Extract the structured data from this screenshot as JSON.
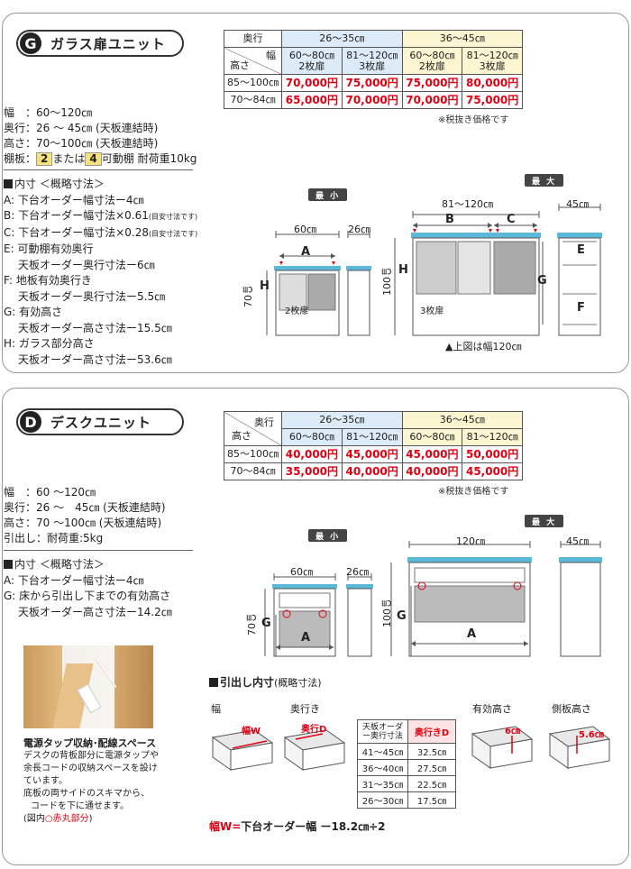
{
  "g": {
    "letter": "G",
    "title": "ガラス扉ユニット",
    "specs": [
      "幅　：60～120㎝",
      "奥行：26 ～ 45㎝ (天板連結時)",
      "高さ：70～100㎝ (天板連結時)"
    ],
    "shelf_prefix": "棚板：",
    "shelf_2": "2",
    "shelf_mid": "または",
    "shelf_4": "4",
    "shelf_suffix": "可動棚 耐荷重10kg",
    "inner_title": "内寸 ＜概略寸法＞",
    "inner": [
      {
        "t": "A: 下台オーダー幅寸法ー4㎝",
        "ind": false
      },
      {
        "t": "B: 下台オーダー幅寸法×0.61",
        "small": "(目安寸法です)",
        "ind": false
      },
      {
        "t": "C: 下台オーダー幅寸法×0.28",
        "small": "(目安寸法です)",
        "ind": false
      },
      {
        "t": "E: 可動棚有効奥行",
        "ind": false
      },
      {
        "t": "天板オーダー奥行寸法ー6㎝",
        "ind": true
      },
      {
        "t": "F: 地板有効奥行き",
        "ind": false
      },
      {
        "t": "天板オーダー奥行寸法ー5.5㎝",
        "ind": true
      },
      {
        "t": "G: 有効高さ",
        "ind": false
      },
      {
        "t": "天板オーダー高さ寸法ー15.5㎝",
        "ind": true
      },
      {
        "t": "H: ガラス部分高さ",
        "ind": false
      },
      {
        "t": "天板オーダー高さ寸法ー53.6㎝",
        "ind": true
      }
    ],
    "table": {
      "depth_label": "奥行",
      "width_label": "幅",
      "height_label": "高さ",
      "d1": "26～35㎝",
      "d2": "36～45㎝",
      "w": [
        "60～80㎝",
        "81～120㎝",
        "60～80㎝",
        "81～120㎝"
      ],
      "doors": [
        "2枚扉",
        "3枚扉",
        "2枚扉",
        "3枚扉"
      ],
      "rows": [
        {
          "h": "85～100㎝",
          "p": [
            "70,000円",
            "75,000円",
            "75,000円",
            "80,000円"
          ]
        },
        {
          "h": "70～84㎝",
          "p": [
            "65,000円",
            "70,000円",
            "70,000円",
            "75,000円"
          ]
        }
      ]
    },
    "note": "※税抜き価格です",
    "min_tag": "最 小",
    "max_tag": "最 大",
    "dims": {
      "w60": "60㎝",
      "d26": "26㎝",
      "w120": "81～120㎝",
      "d45": "45㎝",
      "h70": "70㎝",
      "h100": "100㎝",
      "a": "A",
      "b": "B",
      "c": "C",
      "e": "E",
      "f": "F",
      "g": "G",
      "h": "H",
      "door2": "2枚扉",
      "door3": "3枚扉"
    },
    "caption": "▲上図は幅120㎝"
  },
  "d": {
    "letter": "D",
    "title": "デスクユニット",
    "specs": [
      "幅　：60 ～120㎝",
      "奥行：26 ～　45㎝ (天板連結時)",
      "高さ：70 ～100㎝ (天板連結時)",
      "引出し：耐荷重:5kg"
    ],
    "inner_title": "内寸 ＜概略寸法＞",
    "inner": [
      {
        "t": "A: 下台オーダー幅寸法ー4㎝",
        "ind": false
      },
      {
        "t": "G: 床から引出し下までの有効高さ",
        "ind": false
      },
      {
        "t": "天板オーダー高さ寸法ー14.2㎝",
        "ind": true
      }
    ],
    "table": {
      "depth_label": "奥行",
      "height_label": "高さ",
      "d1": "26～35㎝",
      "d2": "36～45㎝",
      "w": [
        "60～80㎝",
        "81～120㎝",
        "60～80㎝",
        "81～120㎝"
      ],
      "rows": [
        {
          "h": "85～100㎝",
          "p": [
            "40,000円",
            "45,000円",
            "45,000円",
            "50,000円"
          ]
        },
        {
          "h": "70～84㎝",
          "p": [
            "35,000円",
            "40,000円",
            "40,000円",
            "45,000円"
          ]
        }
      ]
    },
    "note": "※税抜き価格です",
    "min_tag": "最 小",
    "max_tag": "最 大",
    "dims": {
      "w60": "60㎝",
      "d26": "26㎝",
      "w120": "120㎝",
      "d45": "45㎝",
      "h70": "70㎝",
      "h100": "100㎝",
      "a": "A",
      "g": "G"
    },
    "photo_title": "電源タップ収納･配線スペース",
    "photo_text": [
      "デスクの背板部分に電源タップや",
      "余長コードの収納スペースを設け",
      "ています。",
      "底板の両サイドのスキマから、",
      "コードを下に通せます。"
    ],
    "photo_note_pre": "(図内",
    "photo_note_red": "○赤丸部分",
    "photo_note_post": ")",
    "drawer_title": "引出し内寸",
    "drawer_sub": "(概略寸法)",
    "drawer_labels": [
      "幅",
      "奥行き",
      "有効高さ",
      "側板高さ"
    ],
    "drawer_w": "幅W",
    "drawer_d": "奥行D",
    "drawer_h1": "6㎝",
    "drawer_h2": "5.6㎝",
    "depth_table": {
      "h1": "天板オーダー奥行寸法",
      "h2": "奥行きD",
      "rows": [
        [
          "41～45㎝",
          "32.5㎝"
        ],
        [
          "36～40㎝",
          "27.5㎝"
        ],
        [
          "31～35㎝",
          "22.5㎝"
        ],
        [
          "26～30㎝",
          "17.5㎝"
        ]
      ]
    },
    "formula_red": "幅W=",
    "formula": "下台オーダー幅 ー18.2㎝÷2"
  }
}
